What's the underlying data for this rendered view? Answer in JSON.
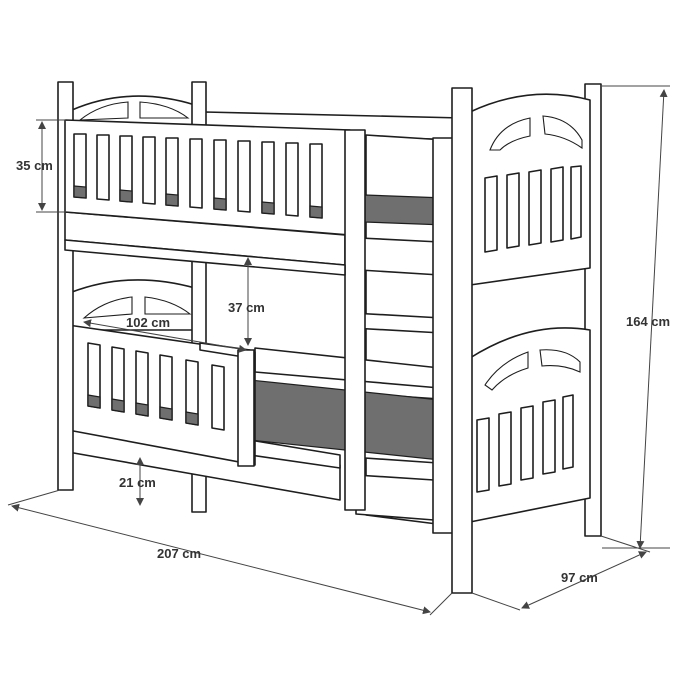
{
  "dimensions": {
    "rail_height": "35 cm",
    "bed_gap": "37 cm",
    "guard_length": "102 cm",
    "floor_clearance": "21 cm",
    "length": "207 cm",
    "width": "97 cm",
    "height": "164 cm"
  },
  "colors": {
    "outline": "#1e1e1e",
    "mattress": "#6f6f6f",
    "dimension": "#444444",
    "text": "#333333"
  }
}
